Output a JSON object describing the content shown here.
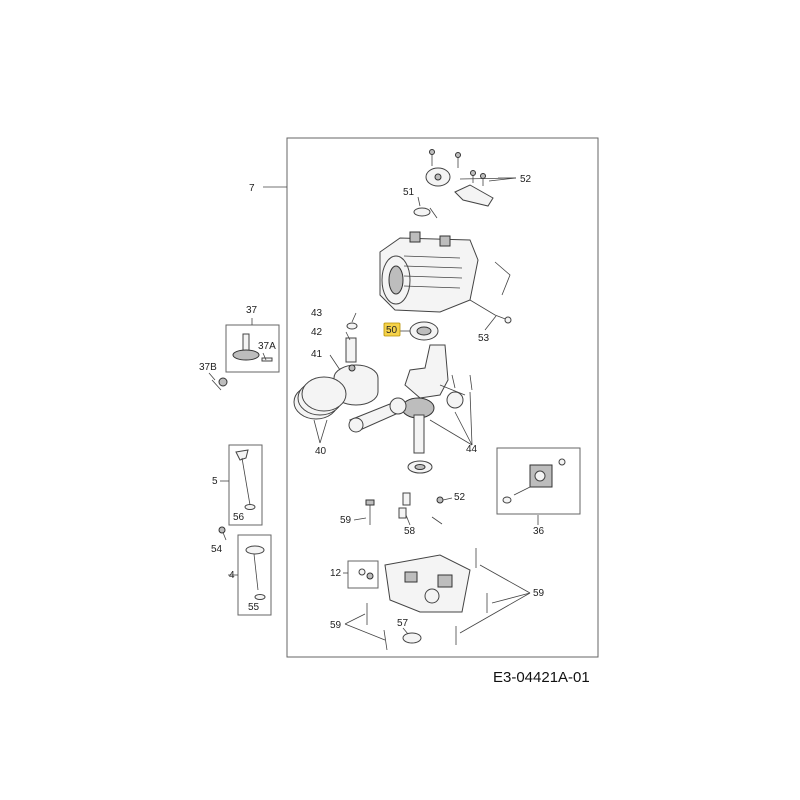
{
  "diagram_code": "E3-04421A-01",
  "highlight_color": "#f5d24a",
  "callouts": {
    "c7": "7",
    "c51": "51",
    "c52a": "52",
    "c52b": "52",
    "c43": "43",
    "c42": "42",
    "c41": "41",
    "c50": "50",
    "c53": "53",
    "c37": "37",
    "c37a": "37A",
    "c37b": "37B",
    "c40": "40",
    "c44": "44",
    "c5": "5",
    "c56": "56",
    "c54": "54",
    "c4": "4",
    "c55": "55",
    "c59a": "59",
    "c58": "58",
    "c36": "36",
    "c12": "12",
    "c59b": "59",
    "c59c": "59",
    "c57": "57"
  }
}
